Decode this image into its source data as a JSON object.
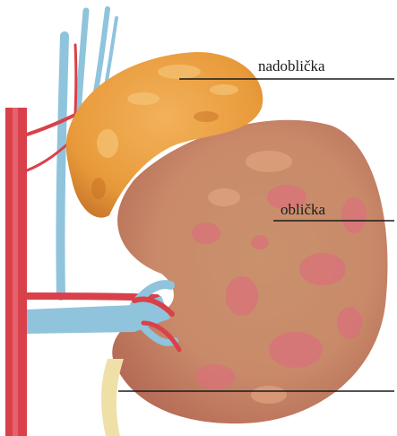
{
  "labels": {
    "adrenal_gland": "nadoblička",
    "kidney": "oblička"
  },
  "colors": {
    "background": "#ffffff",
    "kidney": "#c98a6a",
    "kidney_mottle": "#d9717a",
    "adrenal": "#e89a3a",
    "artery": "#d9414a",
    "vein": "#8fc4dc",
    "ureter": "#efe0a8",
    "leader_line": "#1a1a1a"
  },
  "icons": [
    "kidney-illustration",
    "adrenal-gland-illustration",
    "blood-vessels-illustration"
  ]
}
